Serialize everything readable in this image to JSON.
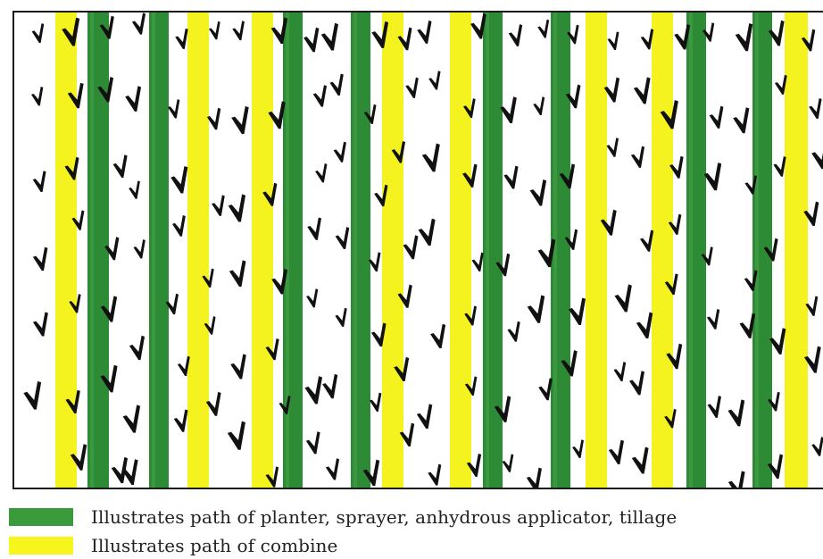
{
  "colors": {
    "machinery_path": "#2e8b35",
    "combine_path": "#f4f21f",
    "plant": "#111111",
    "border": "#1a1a1a"
  },
  "legend": [
    {
      "key": "machinery",
      "color": "#3a9a3c",
      "label": "Illustrates path of planter, sprayer, anhydrous applicator, tillage"
    },
    {
      "key": "combine",
      "color": "#f6f51e",
      "label": "Illustrates path of combine"
    }
  ],
  "icons": {
    "plant": "seedling-icon"
  }
}
